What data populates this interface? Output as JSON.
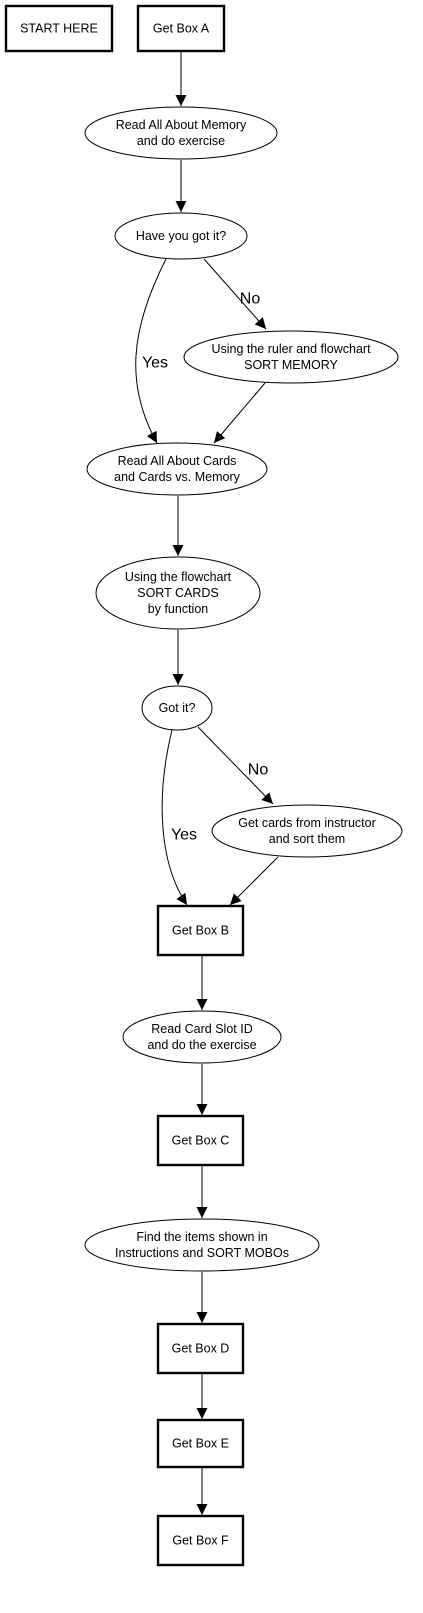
{
  "nodes": [
    {
      "id": "start",
      "shape": "box",
      "lines": [
        "START HERE"
      ]
    },
    {
      "id": "box_a",
      "shape": "box",
      "lines": [
        "Get Box A"
      ]
    },
    {
      "id": "memory",
      "shape": "ellipse",
      "lines": [
        "Read All About Memory",
        "and do exercise"
      ]
    },
    {
      "id": "got_it_1",
      "shape": "ellipse",
      "lines": [
        "Have you got it?"
      ]
    },
    {
      "id": "sort_memory",
      "shape": "ellipse",
      "lines": [
        "Using the ruler and flowchart",
        "SORT MEMORY"
      ]
    },
    {
      "id": "cards",
      "shape": "ellipse",
      "lines": [
        "Read All About Cards",
        "and Cards vs. Memory"
      ]
    },
    {
      "id": "sort_cards",
      "shape": "ellipse",
      "lines": [
        "Using the flowchart",
        "SORT CARDS",
        "by function"
      ]
    },
    {
      "id": "got_it_2",
      "shape": "ellipse",
      "lines": [
        "Got it?"
      ]
    },
    {
      "id": "instructor",
      "shape": "ellipse",
      "lines": [
        "Get cards from instructor",
        "and sort them"
      ]
    },
    {
      "id": "box_b",
      "shape": "box",
      "lines": [
        "Get Box B"
      ]
    },
    {
      "id": "slot_id",
      "shape": "ellipse",
      "lines": [
        "Read Card Slot ID",
        "and do the exercise"
      ]
    },
    {
      "id": "box_c",
      "shape": "box",
      "lines": [
        "Get Box C"
      ]
    },
    {
      "id": "mobos",
      "shape": "ellipse",
      "lines": [
        "Find the items shown in",
        "Instructions and SORT MOBOs"
      ]
    },
    {
      "id": "box_d",
      "shape": "box",
      "lines": [
        "Get Box D"
      ]
    },
    {
      "id": "box_e",
      "shape": "box",
      "lines": [
        "Get Box E"
      ]
    },
    {
      "id": "box_f",
      "shape": "box",
      "lines": [
        "Get Box F"
      ]
    }
  ],
  "edges": [
    {
      "id": "a_to_memory",
      "from": "box_a",
      "to": "memory",
      "label": ""
    },
    {
      "id": "memory_to_gotit1",
      "from": "memory",
      "to": "got_it_1",
      "label": ""
    },
    {
      "id": "gotit1_no",
      "from": "got_it_1",
      "to": "sort_memory",
      "label": "No"
    },
    {
      "id": "gotit1_yes",
      "from": "got_it_1",
      "to": "cards",
      "label": "Yes"
    },
    {
      "id": "sortmem_to_cards",
      "from": "sort_memory",
      "to": "cards",
      "label": ""
    },
    {
      "id": "cards_to_sortcards",
      "from": "cards",
      "to": "sort_cards",
      "label": ""
    },
    {
      "id": "sortcards_to_gotit2",
      "from": "sort_cards",
      "to": "got_it_2",
      "label": ""
    },
    {
      "id": "gotit2_no",
      "from": "got_it_2",
      "to": "instructor",
      "label": "No"
    },
    {
      "id": "gotit2_yes",
      "from": "got_it_2",
      "to": "box_b",
      "label": "Yes"
    },
    {
      "id": "instructor_to_b",
      "from": "instructor",
      "to": "box_b",
      "label": ""
    },
    {
      "id": "b_to_slot",
      "from": "box_b",
      "to": "slot_id",
      "label": ""
    },
    {
      "id": "slot_to_c",
      "from": "slot_id",
      "to": "box_c",
      "label": ""
    },
    {
      "id": "c_to_mobos",
      "from": "box_c",
      "to": "mobos",
      "label": ""
    },
    {
      "id": "mobos_to_d",
      "from": "mobos",
      "to": "box_d",
      "label": ""
    },
    {
      "id": "d_to_e",
      "from": "box_d",
      "to": "box_e",
      "label": ""
    },
    {
      "id": "e_to_f",
      "from": "box_e",
      "to": "box_f",
      "label": ""
    }
  ]
}
